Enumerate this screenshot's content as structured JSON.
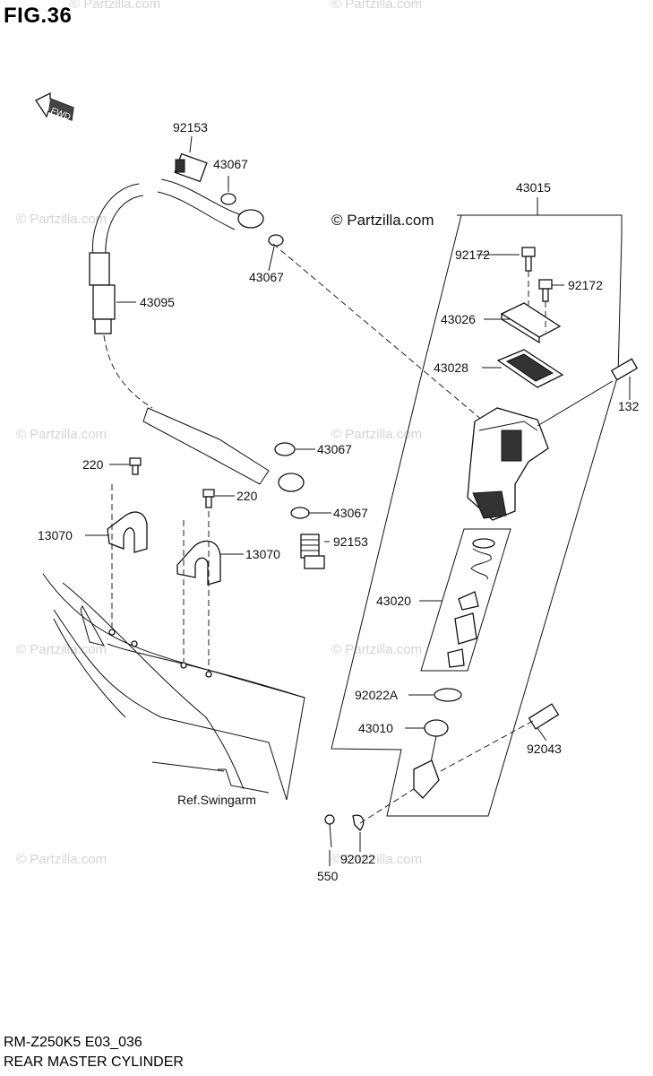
{
  "figure": {
    "title": "FIG.36"
  },
  "watermark": {
    "text": "© Partzilla.com",
    "main": "© Partzilla.com"
  },
  "arrow": {
    "label": "FWD"
  },
  "parts": {
    "p92153_top": "92153",
    "p43067_a": "43067",
    "p43067_b": "43067",
    "p43095": "43095",
    "p43015": "43015",
    "p92172_a": "92172",
    "p92172_b": "92172",
    "p43026": "43026",
    "p43028": "43028",
    "p132": "132",
    "p43067_c": "43067",
    "p43067_d": "43067",
    "p220_a": "220",
    "p220_b": "220",
    "p13070_a": "13070",
    "p13070_b": "13070",
    "p92153_bottom": "92153",
    "p43020": "43020",
    "p92022A": "92022A",
    "p43010": "43010",
    "p92043": "92043",
    "p550": "550",
    "p92022": "92022",
    "ref_swingarm": "Ref.Swingarm"
  },
  "footer": {
    "code": "RM-Z250K5 E03_036",
    "name": "REAR MASTER CYLINDER"
  }
}
